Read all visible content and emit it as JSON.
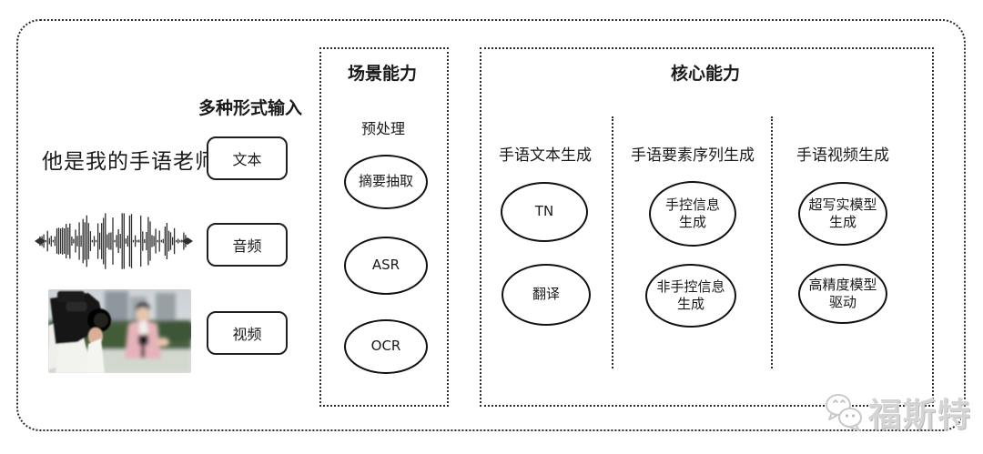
{
  "input_section": {
    "title": "多种形式输入",
    "sample_text": "他是我的手语老师",
    "boxes": [
      {
        "label": "文本"
      },
      {
        "label": "音频"
      },
      {
        "label": "视频"
      }
    ]
  },
  "scene_box": {
    "title": "场景能力",
    "group_label": "预处理",
    "nodes": [
      "摘要抽取",
      "ASR",
      "OCR"
    ]
  },
  "core_box": {
    "title": "核心能力",
    "columns": [
      {
        "header": "手语文本生成",
        "nodes": [
          "TN",
          "翻译"
        ]
      },
      {
        "header": "手语要素序列生成",
        "nodes": [
          "手控信息\n生成",
          "非手控信息\n生成"
        ]
      },
      {
        "header": "手语视频生成",
        "nodes": [
          "超写实模型\n生成",
          "高精度模型\n驱动"
        ]
      }
    ]
  },
  "watermark": {
    "text": "福斯特"
  },
  "icons": {
    "audio_waveform": "audio-waveform",
    "video_thumbnail": "camera-filming-reporter-photo",
    "watermark_logo": "chat-bubbles-logo"
  },
  "colors": {
    "line": "#2b2b2b",
    "node_border": "#111111",
    "text": "#1a1a1a",
    "watermark": "#d4d4d4",
    "background": "#ffffff"
  }
}
